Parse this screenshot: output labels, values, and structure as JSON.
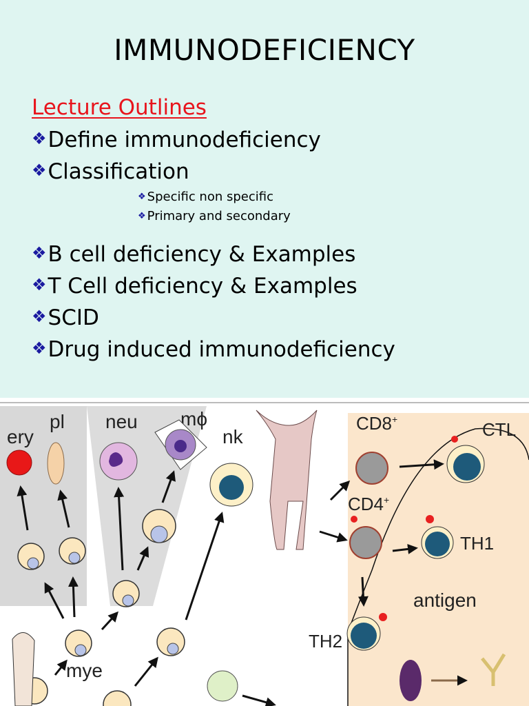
{
  "slide": {
    "title": "IMMUNODEFICIENCY",
    "outline_heading": "Lecture Outlines",
    "bullet_glyph": "❖",
    "items": [
      {
        "text": "Define immunodeficiency",
        "level": 1
      },
      {
        "text": "Classification",
        "level": 1
      },
      {
        "text": "Specific non specific",
        "level": 2
      },
      {
        "text": "Primary and secondary",
        "level": 2
      },
      {
        "text": "B cell deficiency & Examples",
        "level": 1
      },
      {
        "text": "T Cell deficiency & Examples",
        "level": 1
      },
      {
        "text": "SCID",
        "level": 1
      },
      {
        "text": "Drug induced immunodeficiency",
        "level": 1
      }
    ],
    "colors": {
      "background": "#dff5f1",
      "heading": "#e8141c",
      "bullet": "#1a1aa0"
    }
  },
  "figure": {
    "labels": {
      "ery": "ery",
      "pl": "pl",
      "neu": "neu",
      "mphi": "mϕ",
      "nk": "nk",
      "cd8": "CD8",
      "cd8_sup": "+",
      "cd4": "CD4",
      "cd4_sup": "+",
      "ctl": "CTL",
      "th1": "TH1",
      "th2": "TH2",
      "antigen": "antigen",
      "mye": "mye"
    }
  }
}
